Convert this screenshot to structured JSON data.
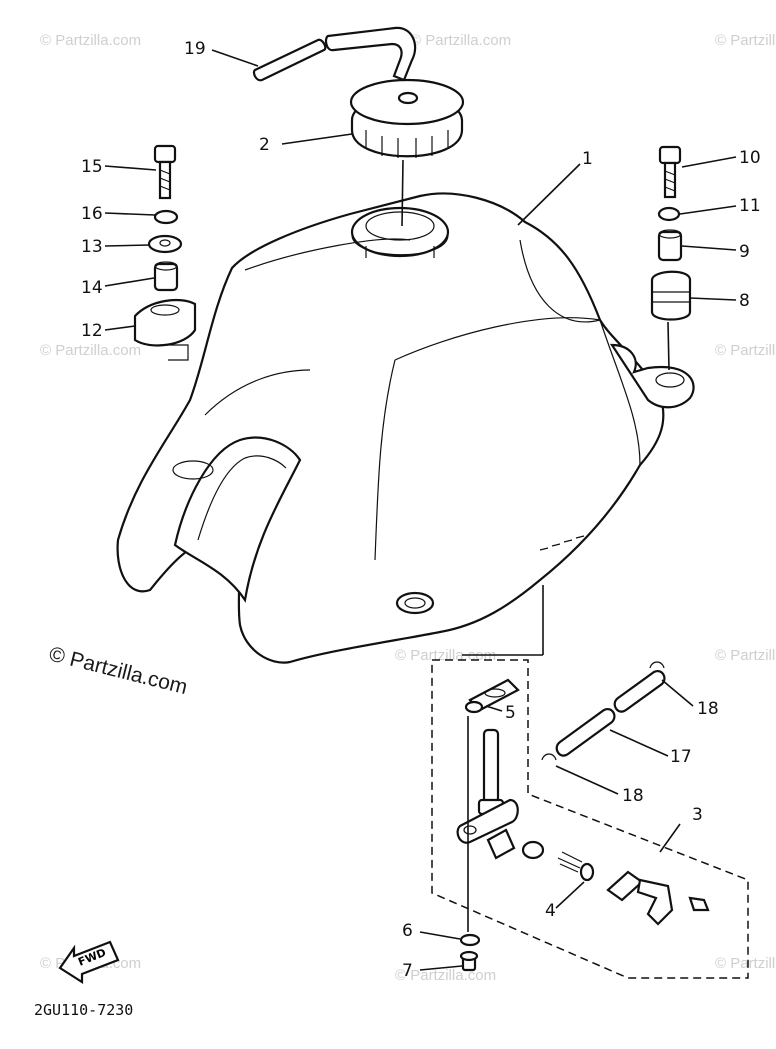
{
  "watermark": {
    "main_text": "© Partzilla.com",
    "repeat_text": "© Partzilla.com"
  },
  "diagram_code": "2GU110-7230",
  "fwd_label": "FWD",
  "callouts": {
    "c1": "1",
    "c2": "2",
    "c3": "3",
    "c4": "4",
    "c5": "5",
    "c6": "6",
    "c7": "7",
    "c8": "8",
    "c9": "9",
    "c10": "10",
    "c11": "11",
    "c12": "12",
    "c13": "13",
    "c14": "14",
    "c15": "15",
    "c16": "16",
    "c17": "17",
    "c18a": "18",
    "c18b": "18",
    "c19": "19"
  }
}
